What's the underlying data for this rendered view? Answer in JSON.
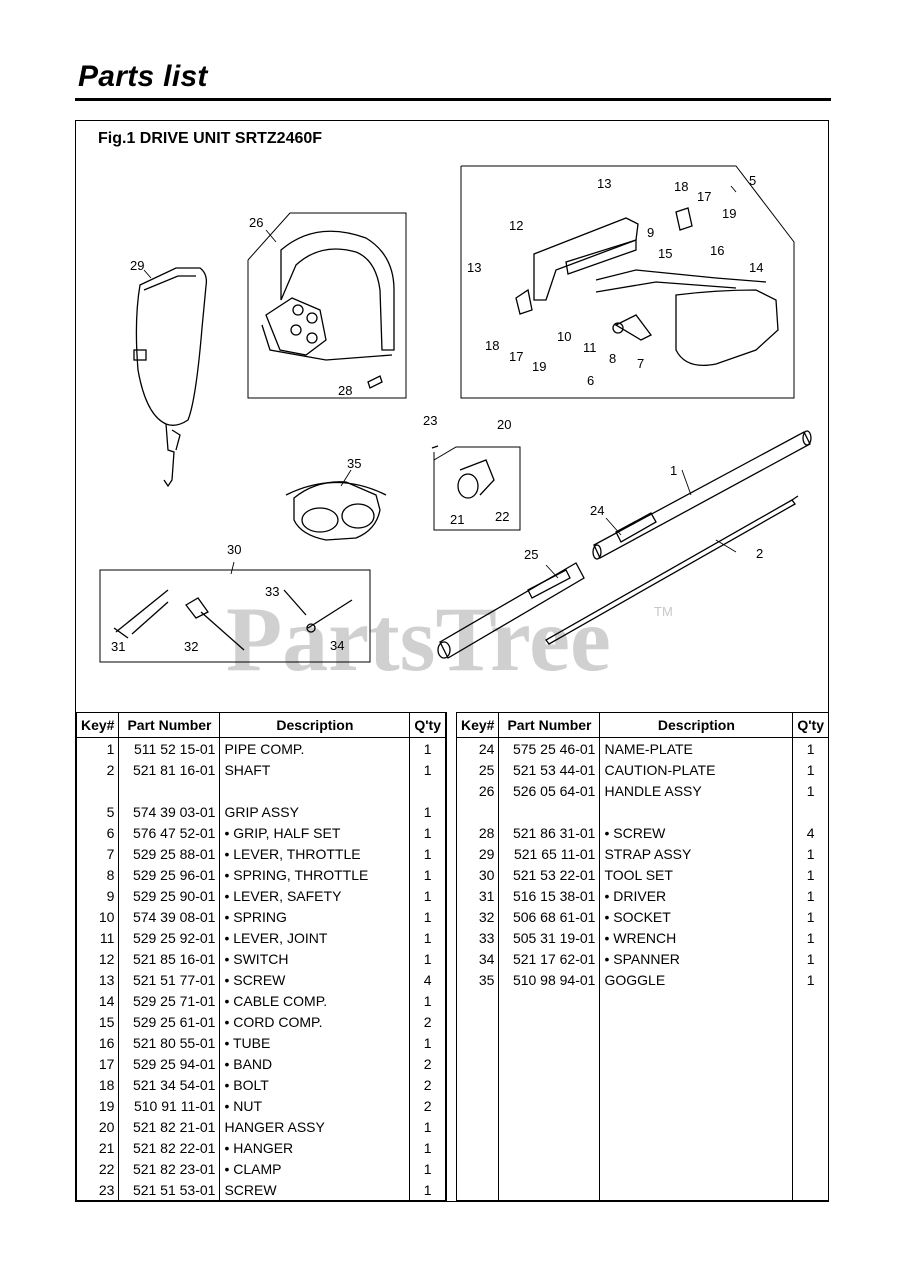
{
  "page": {
    "title": "Parts list"
  },
  "figure": {
    "title": "Fig.1 DRIVE UNIT  SRTZ2460F",
    "watermark": "PartsTree",
    "watermark_tm": "TM",
    "callouts": [
      "1",
      "2",
      "5",
      "6",
      "7",
      "8",
      "9",
      "10",
      "11",
      "12",
      "13",
      "13",
      "14",
      "15",
      "16",
      "17",
      "17",
      "18",
      "18",
      "19",
      "19",
      "20",
      "21",
      "22",
      "23",
      "24",
      "25",
      "26",
      "28",
      "29",
      "30",
      "31",
      "32",
      "33",
      "34",
      "35"
    ]
  },
  "table": {
    "headers": {
      "key": "Key#",
      "part_number": "Part Number",
      "description": "Description",
      "qty": "Q'ty"
    },
    "left_rows": [
      {
        "key": "1",
        "part_number": "511 52 15-01",
        "description": "PIPE COMP.",
        "qty": "1"
      },
      {
        "key": "2",
        "part_number": "521 81 16-01",
        "description": "SHAFT",
        "qty": "1"
      },
      {
        "key": "",
        "part_number": "",
        "description": "",
        "qty": ""
      },
      {
        "key": "5",
        "part_number": "574 39 03-01",
        "description": "GRIP ASSY",
        "qty": "1"
      },
      {
        "key": "6",
        "part_number": "576 47 52-01",
        "description": "• GRIP, HALF SET",
        "qty": "1"
      },
      {
        "key": "7",
        "part_number": "529 25 88-01",
        "description": "• LEVER, THROTTLE",
        "qty": "1"
      },
      {
        "key": "8",
        "part_number": "529 25 96-01",
        "description": "• SPRING, THROTTLE",
        "qty": "1"
      },
      {
        "key": "9",
        "part_number": "529 25 90-01",
        "description": "• LEVER, SAFETY",
        "qty": "1"
      },
      {
        "key": "10",
        "part_number": "574 39 08-01",
        "description": "• SPRING",
        "qty": "1"
      },
      {
        "key": "11",
        "part_number": "529 25 92-01",
        "description": "• LEVER, JOINT",
        "qty": "1"
      },
      {
        "key": "12",
        "part_number": "521 85 16-01",
        "description": "• SWITCH",
        "qty": "1"
      },
      {
        "key": "13",
        "part_number": "521 51 77-01",
        "description": "• SCREW",
        "qty": "4"
      },
      {
        "key": "14",
        "part_number": "529 25 71-01",
        "description": "• CABLE COMP.",
        "qty": "1"
      },
      {
        "key": "15",
        "part_number": "529 25 61-01",
        "description": "• CORD COMP.",
        "qty": "2"
      },
      {
        "key": "16",
        "part_number": "521 80 55-01",
        "description": "• TUBE",
        "qty": "1"
      },
      {
        "key": "17",
        "part_number": "529 25 94-01",
        "description": "• BAND",
        "qty": "2"
      },
      {
        "key": "18",
        "part_number": "521 34 54-01",
        "description": "• BOLT",
        "qty": "2"
      },
      {
        "key": "19",
        "part_number": "510 91 11-01",
        "description": "• NUT",
        "qty": "2"
      },
      {
        "key": "20",
        "part_number": "521 82 21-01",
        "description": "HANGER ASSY",
        "qty": "1"
      },
      {
        "key": "21",
        "part_number": "521 82 22-01",
        "description": "• HANGER",
        "qty": "1"
      },
      {
        "key": "22",
        "part_number": "521 82 23-01",
        "description": "• CLAMP",
        "qty": "1"
      },
      {
        "key": "23",
        "part_number": "521 51 53-01",
        "description": "SCREW",
        "qty": "1"
      }
    ],
    "right_rows": [
      {
        "key": "24",
        "part_number": "575 25 46-01",
        "description": "NAME-PLATE",
        "qty": "1"
      },
      {
        "key": "25",
        "part_number": "521 53 44-01",
        "description": "CAUTION-PLATE",
        "qty": "1"
      },
      {
        "key": "26",
        "part_number": "526 05 64-01",
        "description": "HANDLE ASSY",
        "qty": "1"
      },
      {
        "key": "",
        "part_number": "",
        "description": "",
        "qty": ""
      },
      {
        "key": "28",
        "part_number": "521 86 31-01",
        "description": "• SCREW",
        "qty": "4"
      },
      {
        "key": "29",
        "part_number": "521 65 11-01",
        "description": "STRAP ASSY",
        "qty": "1"
      },
      {
        "key": "30",
        "part_number": "521 53 22-01",
        "description": "TOOL SET",
        "qty": "1"
      },
      {
        "key": "31",
        "part_number": "516 15 38-01",
        "description": "• DRIVER",
        "qty": "1"
      },
      {
        "key": "32",
        "part_number": "506 68 61-01",
        "description": "• SOCKET",
        "qty": "1"
      },
      {
        "key": "33",
        "part_number": "505 31 19-01",
        "description": "• WRENCH",
        "qty": "1"
      },
      {
        "key": "34",
        "part_number": "521 17 62-01",
        "description": "• SPANNER",
        "qty": "1"
      },
      {
        "key": "35",
        "part_number": "510 98 94-01",
        "description": "GOGGLE",
        "qty": "1"
      },
      {
        "key": "",
        "part_number": "",
        "description": "",
        "qty": ""
      },
      {
        "key": "",
        "part_number": "",
        "description": "",
        "qty": ""
      },
      {
        "key": "",
        "part_number": "",
        "description": "",
        "qty": ""
      },
      {
        "key": "",
        "part_number": "",
        "description": "",
        "qty": ""
      },
      {
        "key": "",
        "part_number": "",
        "description": "",
        "qty": ""
      },
      {
        "key": "",
        "part_number": "",
        "description": "",
        "qty": ""
      },
      {
        "key": "",
        "part_number": "",
        "description": "",
        "qty": ""
      },
      {
        "key": "",
        "part_number": "",
        "description": "",
        "qty": ""
      },
      {
        "key": "",
        "part_number": "",
        "description": "",
        "qty": ""
      },
      {
        "key": "",
        "part_number": "",
        "description": "",
        "qty": ""
      }
    ]
  }
}
